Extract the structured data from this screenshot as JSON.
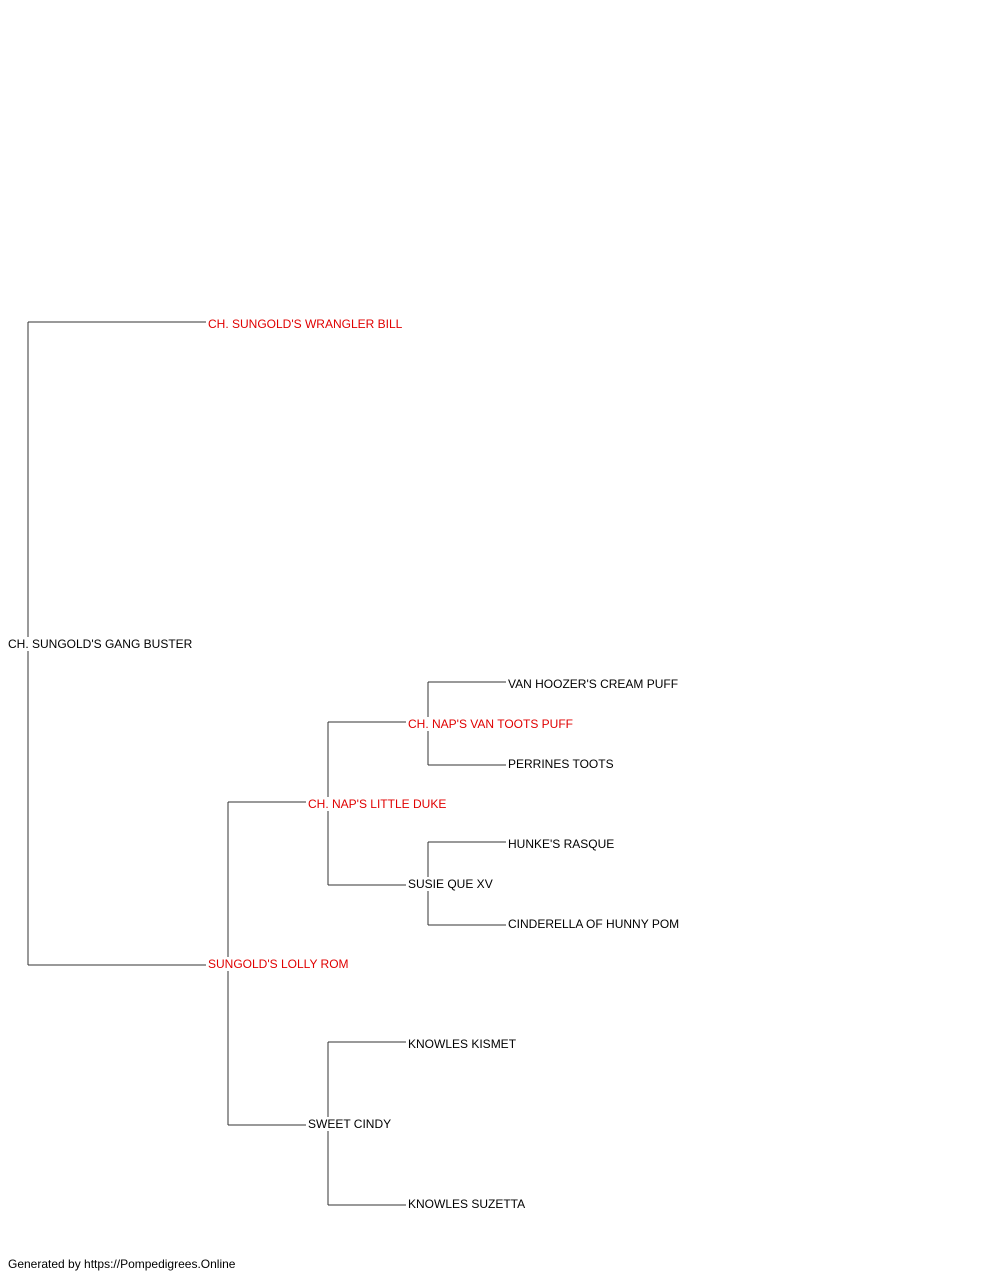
{
  "pedigree": {
    "subject": {
      "name": "CH. SUNGOLD'S GANG BUSTER",
      "highlight": false
    },
    "sire": {
      "name": "CH. SUNGOLD'S WRANGLER BILL",
      "highlight": true
    },
    "dam": {
      "name": "SUNGOLD'S LOLLY ROM",
      "highlight": true
    },
    "dam_sire": {
      "name": "CH. NAP'S LITTLE DUKE",
      "highlight": true
    },
    "dam_dam": {
      "name": "SWEET CINDY",
      "highlight": false
    },
    "dam_sire_sire": {
      "name": "CH. NAP'S VAN TOOTS PUFF",
      "highlight": true
    },
    "dam_sire_dam": {
      "name": "SUSIE QUE XV",
      "highlight": false
    },
    "dam_dam_sire": {
      "name": "KNOWLES KISMET",
      "highlight": false
    },
    "dam_dam_dam": {
      "name": "KNOWLES SUZETTA",
      "highlight": false
    },
    "dam_sire_sire_sire": {
      "name": "VAN HOOZER'S CREAM PUFF",
      "highlight": false
    },
    "dam_sire_sire_dam": {
      "name": "PERRINES TOOTS",
      "highlight": false
    },
    "dam_sire_dam_sire": {
      "name": "HUNKE'S RASQUE",
      "highlight": false
    },
    "dam_sire_dam_dam": {
      "name": "CINDERELLA OF HUNNY POM",
      "highlight": false
    }
  },
  "colors": {
    "highlight": "#e00000",
    "normal": "#000000",
    "line": "#333333"
  },
  "footer": {
    "text": "Generated by https://Pompedigrees.Online"
  }
}
